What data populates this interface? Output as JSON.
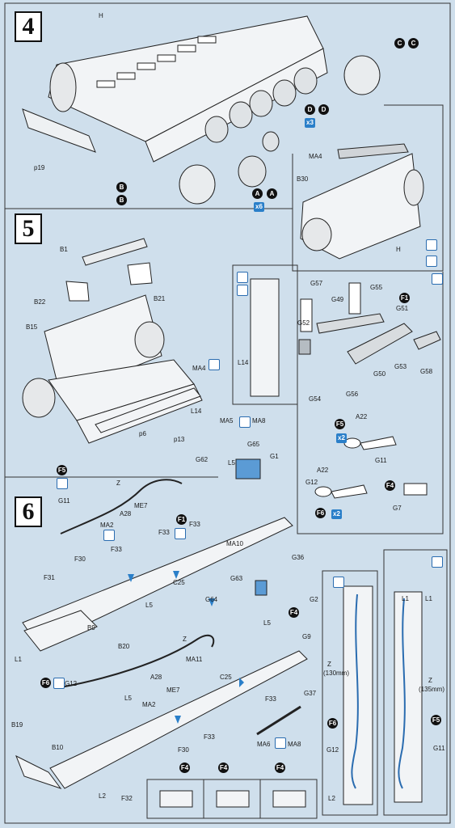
{
  "steps": {
    "s4": "4",
    "s5": "5",
    "s6": "6"
  },
  "step4": {
    "labels": [
      "H",
      "p19",
      "C",
      "C",
      "D",
      "D",
      "B",
      "B",
      "A",
      "A",
      "MA4",
      "B30",
      "H"
    ],
    "qty_d": "x3",
    "qty_a": "x6"
  },
  "step5": {
    "labels": [
      "B1",
      "B22",
      "B21",
      "B15",
      "MA4",
      "L14",
      "p6",
      "p13",
      "L14"
    ],
    "inset_labels": [
      "G57",
      "G55",
      "F1",
      "G52",
      "G49",
      "G51",
      "G53",
      "G58",
      "G50",
      "G54",
      "G56",
      "A22",
      "F5",
      "G11",
      "A22",
      "G12",
      "F4",
      "G7",
      "F6"
    ],
    "qty_a": "x2",
    "qty_b": "x2"
  },
  "step6": {
    "labels": [
      "MA5",
      "MA8",
      "G65",
      "G1",
      "G62",
      "L5",
      "Z",
      "F5",
      "G11",
      "ME7",
      "A28",
      "F1",
      "MA2",
      "F33",
      "F33",
      "MA10",
      "G36",
      "F30",
      "C25",
      "F31",
      "F33",
      "L5",
      "B9",
      "B20",
      "G63",
      "G64",
      "G2",
      "F4",
      "L5",
      "G9",
      "Z",
      "MA11",
      "F6",
      "G12",
      "A28",
      "ME7",
      "C25",
      "MA2",
      "L5",
      "F33",
      "G37",
      "L1",
      "B19",
      "B10",
      "F30",
      "L2",
      "F32",
      "F33",
      "MA6",
      "MA8",
      "F4",
      "F4",
      "F4",
      "L1"
    ],
    "inset_right": {
      "left": {
        "z": "Z",
        "z_len": "(130mm)",
        "g": "G12",
        "f": "F6",
        "l": "L2"
      },
      "right": {
        "z": "Z",
        "z_len": "(135mm)",
        "g": "G11",
        "f": "F5",
        "l": "L1"
      }
    }
  }
}
